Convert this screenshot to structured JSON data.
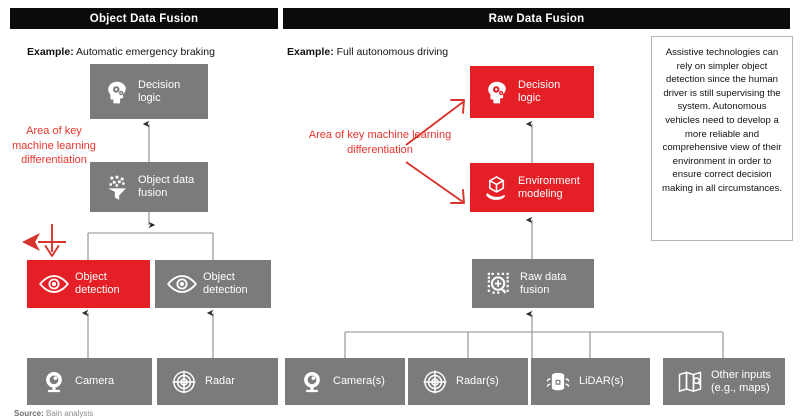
{
  "panels": {
    "left": {
      "header": "Object Data Fusion",
      "example_label": "Example:",
      "example_value": "Automatic emergency braking",
      "annotation": "Area of key machine learning differentiation",
      "boxes": [
        {
          "id": "decision-logic",
          "label": "Decision logic",
          "line1": "Decision",
          "line2": "logic",
          "icon": "head-gears-icon",
          "color": "#7b7b7b",
          "state": "gray"
        },
        {
          "id": "object-data-fusion",
          "label": "Object data fusion",
          "line1": "Object data",
          "line2": "fusion",
          "icon": "funnel-data-icon",
          "color": "#7b7b7b",
          "state": "gray"
        },
        {
          "id": "object-detection-camera",
          "label": "Object detection",
          "line1": "Object",
          "line2": "detection",
          "icon": "eye-icon",
          "color": "#e41f25",
          "state": "red"
        },
        {
          "id": "object-detection-radar",
          "label": "Object detection",
          "line1": "Object",
          "line2": "detection",
          "icon": "eye-icon",
          "color": "#7b7b7b",
          "state": "gray"
        },
        {
          "id": "camera",
          "label": "Camera",
          "line1": "Camera",
          "line2": "",
          "icon": "webcam-icon",
          "color": "#7b7b7b",
          "state": "gray"
        },
        {
          "id": "radar",
          "label": "Radar",
          "line1": "Radar",
          "line2": "",
          "icon": "radar-icon",
          "color": "#7b7b7b",
          "state": "gray"
        }
      ]
    },
    "right": {
      "header": "Raw Data Fusion",
      "example_label": "Example:",
      "example_value": "Full autonomous driving",
      "annotation": "Area of key machine learning differentiation",
      "boxes": [
        {
          "id": "decision-logic",
          "label": "Decision logic",
          "line1": "Decision",
          "line2": "logic",
          "icon": "head-gears-icon",
          "color": "#e41f25",
          "state": "red"
        },
        {
          "id": "environment-modeling",
          "label": "Environment modeling",
          "line1": "Environment",
          "line2": "modeling",
          "icon": "cube-hand-icon",
          "color": "#e41f25",
          "state": "red"
        },
        {
          "id": "raw-data-fusion",
          "label": "Raw data fusion",
          "line1": "Raw data",
          "line2": "fusion",
          "icon": "raw-scan-icon",
          "color": "#7b7b7b",
          "state": "gray"
        },
        {
          "id": "cameras",
          "label": "Camera(s)",
          "line1": "Camera(s)",
          "line2": "",
          "icon": "webcam-icon",
          "color": "#7b7b7b",
          "state": "gray"
        },
        {
          "id": "radars",
          "label": "Radar(s)",
          "line1": "Radar(s)",
          "line2": "",
          "icon": "radar-icon",
          "color": "#7b7b7b",
          "state": "gray"
        },
        {
          "id": "lidars",
          "label": "LiDAR(s)",
          "line1": "LiDAR(s)",
          "line2": "",
          "icon": "lidar-icon",
          "color": "#7b7b7b",
          "state": "gray"
        },
        {
          "id": "other-inputs",
          "label": "Other inputs (e.g., maps)",
          "line1": "Other inputs",
          "line2": "(e.g., maps)",
          "icon": "map-icon",
          "color": "#7b7b7b",
          "state": "gray"
        }
      ]
    }
  },
  "note": "Assistive technologies can rely on simpler object detection since the human driver is still supervising the system. Autonomous vehicles need to develop a more reliable and comprehensive view of their environment in order to ensure correct decision making in all circumstances.",
  "source": {
    "label": "Source:",
    "value": "Bain analysis"
  },
  "colors": {
    "accent_red": "#e41f25",
    "annotation_red": "#e8352e",
    "box_gray": "#7b7b7b",
    "header_black": "#0b0b0b",
    "connector_gray": "#8c8c8c",
    "note_border": "#b6b6b6"
  }
}
